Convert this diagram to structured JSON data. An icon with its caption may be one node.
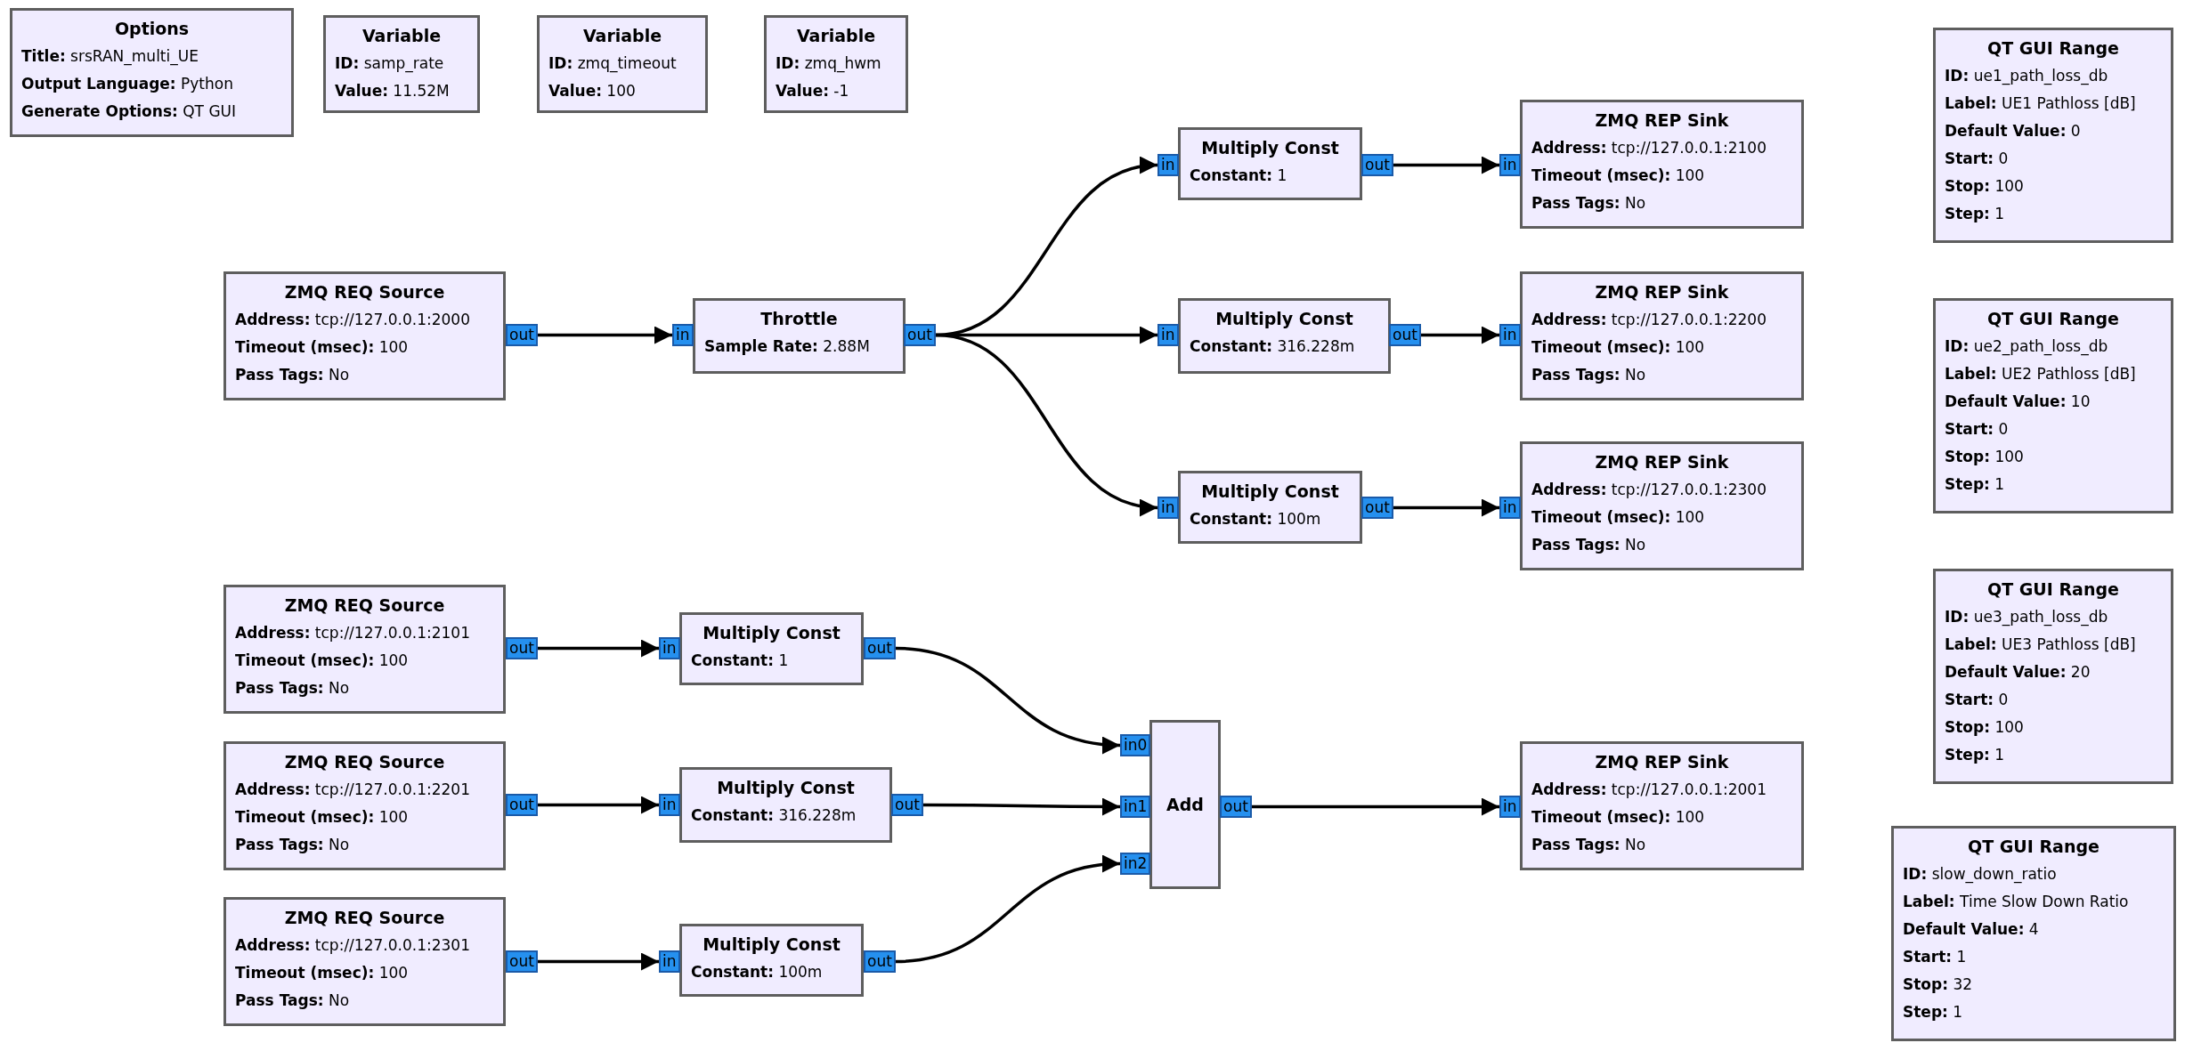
{
  "diagram": {
    "nodes": [
      {
        "text": [
          "Options",
          "**Title:** srsRAN_multi_UE",
          "**Output Language:** Python",
          "**Generate Options:** QT GUI"
        ]
      },
      {
        "text": [
          "Variable",
          "**ID:** samp_rate",
          "**Value:** 11.52M"
        ]
      },
      {
        "text": [
          "Variable",
          "**ID:** zmq_timeout",
          "**Value:** 100"
        ]
      },
      {
        "text": [
          "Variable",
          "**ID:** zmq_hwm",
          "**Value:** -1"
        ]
      },
      {
        "text": [
          "QT GUI Range",
          "**ID:** ue1_path_loss_db",
          "**Label:** UE1 Pathloss [dB]",
          "**Default Value:** 0",
          "**Start:** 0",
          "**Stop:** 100",
          "**Step:** 1"
        ]
      },
      {
        "text": [
          "ZMQ REQ Source",
          "**Address:** tcp://127.0.0.1:2000",
          "**Timeout (msec):** 100",
          "**Pass Tags:** No"
        ]
      },
      {
        "text": [
          "Throttle",
          "**Sample Rate:** 2.88M"
        ]
      },
      {
        "text": [
          "Multiply Const",
          "**Constant:** 1"
        ]
      },
      {
        "text": [
          "ZMQ REP Sink",
          "**Address:** tcp://127.0.0.1:2100",
          "**Timeout (msec):** 100",
          "**Pass Tags:** No"
        ]
      },
      {
        "text": [
          "Multiply Const",
          "**Constant:** 316.228m"
        ]
      },
      {
        "text": [
          "ZMQ REP Sink",
          "**Address:** tcp://127.0.0.1:2200",
          "**Timeout (msec):** 100",
          "**Pass Tags:** No"
        ]
      },
      {
        "text": [
          "QT GUI Range",
          "**ID:** ue2_path_loss_db",
          "**Label:** UE2 Pathloss [dB]",
          "**Default Value:** 10",
          "**Start:** 0",
          "**Stop:** 100",
          "**Step:** 1"
        ]
      },
      {
        "text": [
          "Multiply Const",
          "**Constant:** 100m"
        ]
      },
      {
        "text": [
          "ZMQ REP Sink",
          "**Address:** tcp://127.0.0.1:2300",
          "**Timeout (msec):** 100",
          "**Pass Tags:** No"
        ]
      },
      {
        "text": [
          "QT GUI Range",
          "**ID:** ue3_path_loss_db",
          "**Label:** UE3 Pathloss [dB]",
          "**Default Value:** 20",
          "**Start:** 0",
          "**Stop:** 100",
          "**Step:** 1"
        ]
      },
      {
        "text": [
          "ZMQ REQ Source",
          "**Address:** tcp://127.0.0.1:2101",
          "**Timeout (msec):** 100",
          "**Pass Tags:** No"
        ]
      },
      {
        "text": [
          "Multiply Const",
          "**Constant:** 1"
        ]
      },
      {
        "text": [
          "ZMQ REQ Source",
          "**Address:** tcp://127.0.0.1:2201",
          "**Timeout (msec):** 100",
          "**Pass Tags:** No"
        ]
      },
      {
        "text": [
          "Multiply Const",
          "**Constant:** 316.228m"
        ]
      },
      {
        "text": [
          "Add"
        ]
      },
      {
        "text": [
          "ZMQ REP Sink",
          "**Address:** tcp://127.0.0.1:2001",
          "**Timeout (msec):** 100",
          "**Pass Tags:** No"
        ]
      },
      {
        "text": [
          "ZMQ REQ Source",
          "**Address:** tcp://127.0.0.1:2301",
          "**Timeout (msec):** 100",
          "**Pass Tags:** No"
        ]
      },
      {
        "text": [
          "Multiply Const",
          "**Constant:** 100m"
        ]
      },
      {
        "text": [
          "QT GUI Range",
          "**ID:** slow_down_ratio",
          "**Label:** Time Slow Down Ratio",
          "**Default Value:** 4",
          "**Start:** 1",
          "**Stop:** 32",
          "**Step:** 1"
        ]
      },
      {
        "text": [
          "out"
        ]
      },
      {
        "text": [
          "in"
        ]
      },
      {
        "text": [
          "out"
        ]
      },
      {
        "text": [
          "in"
        ]
      },
      {
        "text": [
          "out"
        ]
      },
      {
        "text": [
          "in"
        ]
      },
      {
        "text": [
          "in"
        ]
      },
      {
        "text": [
          "out"
        ]
      },
      {
        "text": [
          "in"
        ]
      },
      {
        "text": [
          "in"
        ]
      },
      {
        "text": [
          "out"
        ]
      },
      {
        "text": [
          "in"
        ]
      },
      {
        "text": [
          "out"
        ]
      },
      {
        "text": [
          "in"
        ]
      },
      {
        "text": [
          "out"
        ]
      },
      {
        "text": [
          "out"
        ]
      },
      {
        "text": [
          "in"
        ]
      },
      {
        "text": [
          "out"
        ]
      },
      {
        "text": [
          "in0"
        ]
      },
      {
        "text": [
          "in1"
        ]
      },
      {
        "text": [
          "in2"
        ]
      },
      {
        "text": [
          "out"
        ]
      },
      {
        "text": [
          "in"
        ]
      },
      {
        "text": [
          "out"
        ]
      },
      {
        "text": [
          "in"
        ]
      },
      {
        "text": [
          "out"
        ]
      }
    ],
    "edges": [
      {
        "from": 24,
        "to": 25,
        "arrow": "to"
      },
      {
        "from": 26,
        "to": 27,
        "arrow": "to"
      },
      {
        "from": 26,
        "to": 30,
        "arrow": "to"
      },
      {
        "from": 26,
        "to": 33,
        "arrow": "to"
      },
      {
        "from": 28,
        "to": 29,
        "arrow": "to"
      },
      {
        "from": 31,
        "to": 32,
        "arrow": "to"
      },
      {
        "from": 34,
        "to": 35,
        "arrow": "to"
      },
      {
        "from": 36,
        "to": 37,
        "arrow": "to"
      },
      {
        "from": 38,
        "to": 42,
        "arrow": "to"
      },
      {
        "from": 39,
        "to": 40,
        "arrow": "to"
      },
      {
        "from": 41,
        "to": 43,
        "arrow": "to"
      },
      {
        "from": 47,
        "to": 48,
        "arrow": "to"
      },
      {
        "from": 49,
        "to": 44,
        "arrow": "to"
      },
      {
        "from": 45,
        "to": 46,
        "arrow": "to"
      }
    ]
  }
}
